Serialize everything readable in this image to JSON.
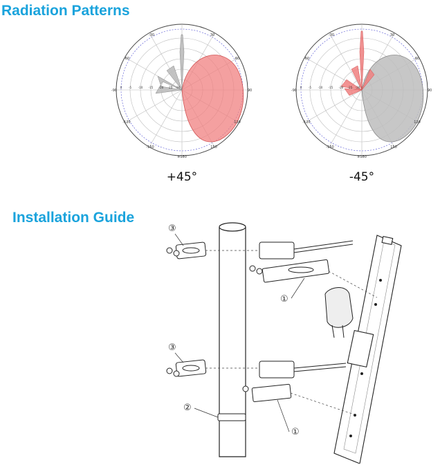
{
  "sections": {
    "patterns_title": "Radiation Patterns",
    "install_title": "Installation Guide"
  },
  "patterns": [
    {
      "caption": "+45°",
      "dial_labels": [
        "-30",
        "30",
        "-60",
        "60",
        "-90",
        "90",
        "-120",
        "120",
        "-150",
        "150",
        "±180"
      ],
      "scale_labels": [
        "0",
        "-5",
        "-10",
        "-15",
        "-20",
        "-25",
        "-30"
      ]
    },
    {
      "caption": "-45°",
      "dial_labels": [
        "-30",
        "30",
        "-60",
        "60",
        "-90",
        "90",
        "-120",
        "120",
        "-150",
        "150",
        "±180"
      ],
      "scale_labels": [
        "0",
        "-5",
        "-10",
        "-15",
        "-20",
        "-25",
        "-30"
      ]
    }
  ],
  "callouts": [
    "③",
    "③",
    "①",
    "①",
    "②"
  ],
  "colors": {
    "heading": "#1aa3dc",
    "pattern_red": "#f08080",
    "pattern_gray": "#bdbdbd"
  }
}
